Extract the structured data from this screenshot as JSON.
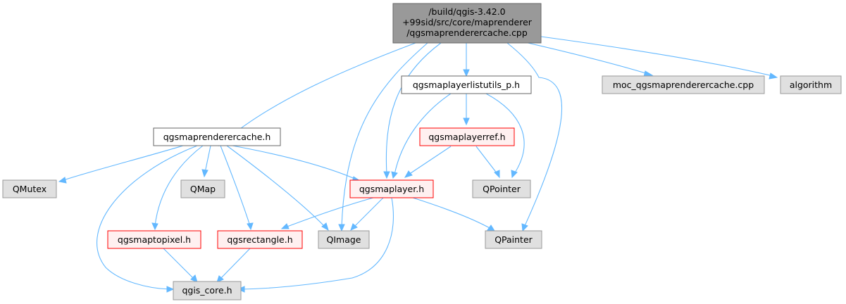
{
  "graph": {
    "root": {
      "line1": "/build/qgis-3.42.0",
      "line2": "+99sid/src/core/maprenderer",
      "line3": "/qgsmaprenderercache.cpp"
    },
    "nodes": {
      "maprenderercache_h": "qgsmaprenderercache.h",
      "maplayerlistutils_p_h": "qgsmaplayerlistutils_p.h",
      "moc_cpp": "moc_qgsmaprenderercache.cpp",
      "algorithm": "algorithm",
      "maplayerref_h": "qgsmaplayerref.h",
      "qmutex": "QMutex",
      "qmap": "QMap",
      "maplayer_h": "qgsmaplayer.h",
      "qpointer": "QPointer",
      "maptopixel_h": "qgsmaptopixel.h",
      "rectangle_h": "qgsrectangle.h",
      "qimage": "QImage",
      "qpainter": "QPainter",
      "qgis_core_h": "qgis_core.h"
    }
  },
  "colors": {
    "edge": "#63b8ff",
    "root_fill": "#999999",
    "root_border": "#666666",
    "documented_fill": "#ffffff",
    "documented_border": "#666666",
    "incomplete_fill": "#fff0f0",
    "incomplete_border": "#ff0000",
    "external_fill": "#e0e0e0",
    "external_border": "#999999"
  }
}
